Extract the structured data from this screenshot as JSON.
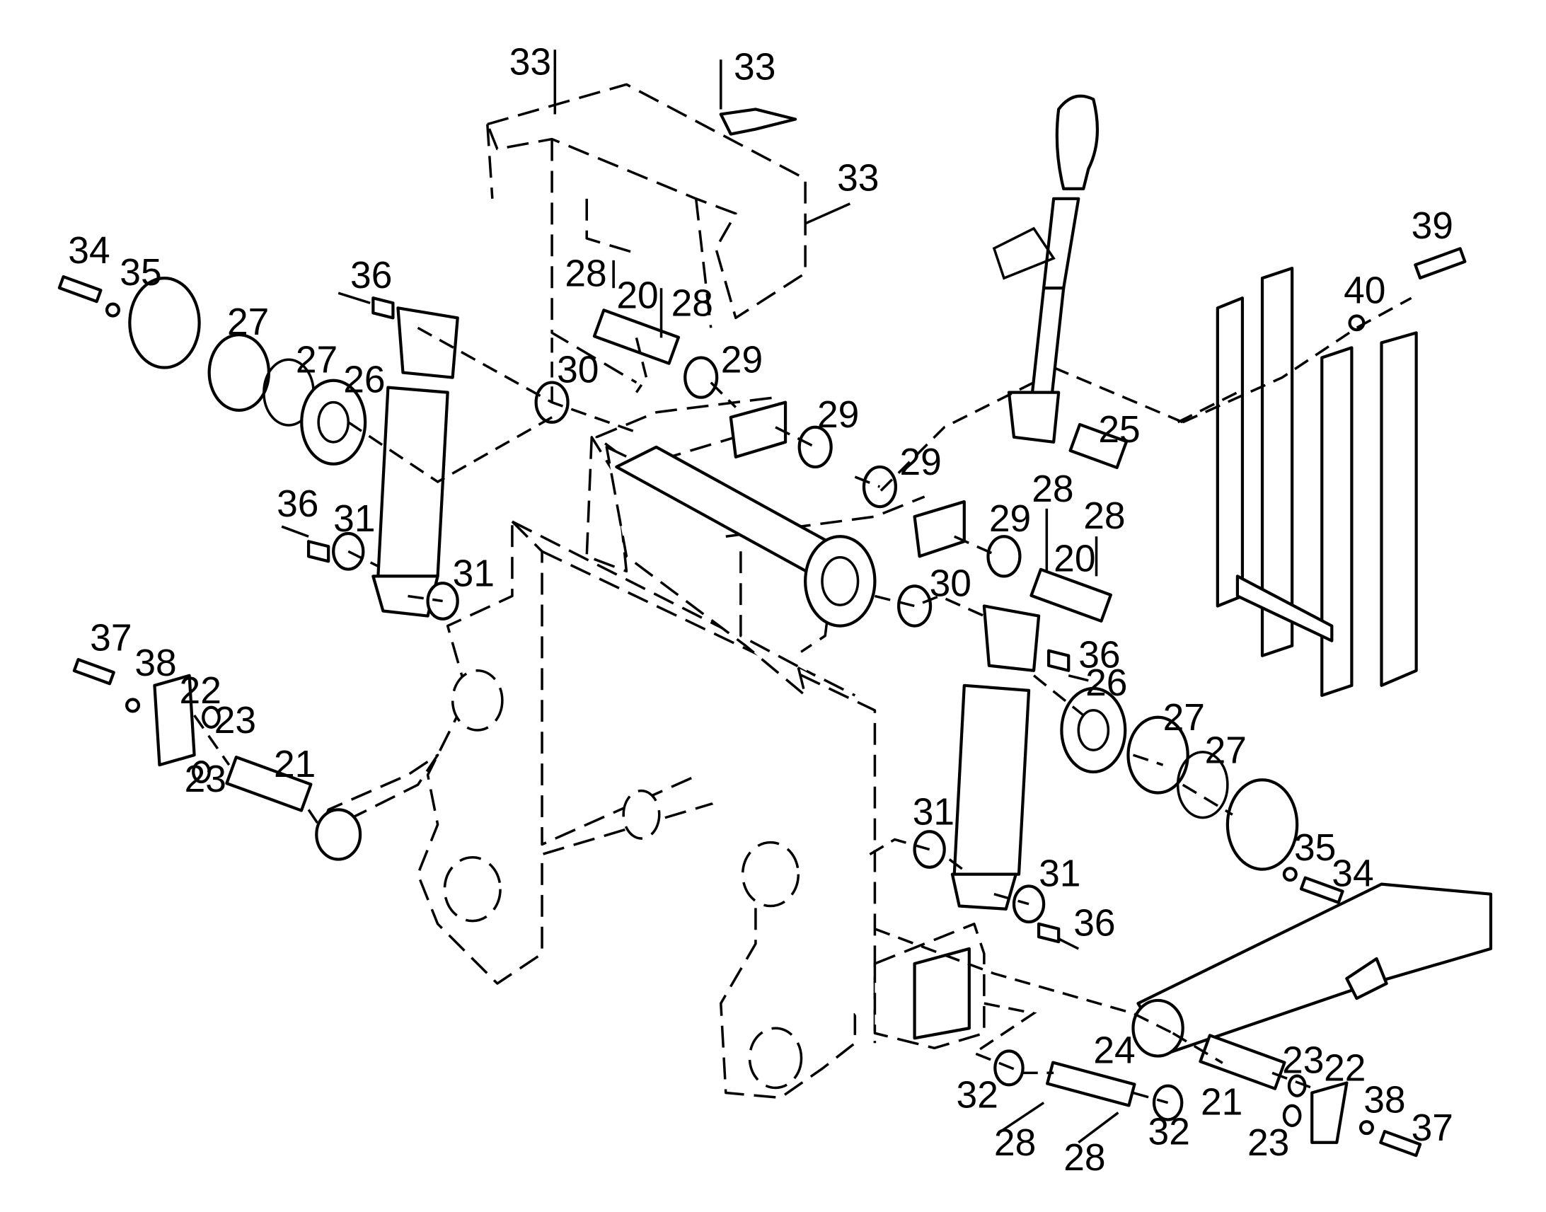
{
  "callouts": [
    {
      "label": "33"
    },
    {
      "label": "33"
    },
    {
      "label": "33"
    },
    {
      "label": "34"
    },
    {
      "label": "35"
    },
    {
      "label": "36"
    },
    {
      "label": "27"
    },
    {
      "label": "27"
    },
    {
      "label": "26"
    },
    {
      "label": "28"
    },
    {
      "label": "20"
    },
    {
      "label": "28"
    },
    {
      "label": "29"
    },
    {
      "label": "30"
    },
    {
      "label": "29"
    },
    {
      "label": "39"
    },
    {
      "label": "40"
    },
    {
      "label": "25"
    },
    {
      "label": "36"
    },
    {
      "label": "31"
    },
    {
      "label": "31"
    },
    {
      "label": "29"
    },
    {
      "label": "28"
    },
    {
      "label": "29"
    },
    {
      "label": "20"
    },
    {
      "label": "28"
    },
    {
      "label": "30"
    },
    {
      "label": "37"
    },
    {
      "label": "38"
    },
    {
      "label": "22"
    },
    {
      "label": "23"
    },
    {
      "label": "21"
    },
    {
      "label": "23"
    },
    {
      "label": "36"
    },
    {
      "label": "26"
    },
    {
      "label": "27"
    },
    {
      "label": "27"
    },
    {
      "label": "31"
    },
    {
      "label": "31"
    },
    {
      "label": "35"
    },
    {
      "label": "34"
    },
    {
      "label": "36"
    },
    {
      "label": "24"
    },
    {
      "label": "32"
    },
    {
      "label": "21"
    },
    {
      "label": "23"
    },
    {
      "label": "22"
    },
    {
      "label": "38"
    },
    {
      "label": "37"
    },
    {
      "label": "32"
    },
    {
      "label": "28"
    },
    {
      "label": "28"
    },
    {
      "label": "23"
    }
  ]
}
